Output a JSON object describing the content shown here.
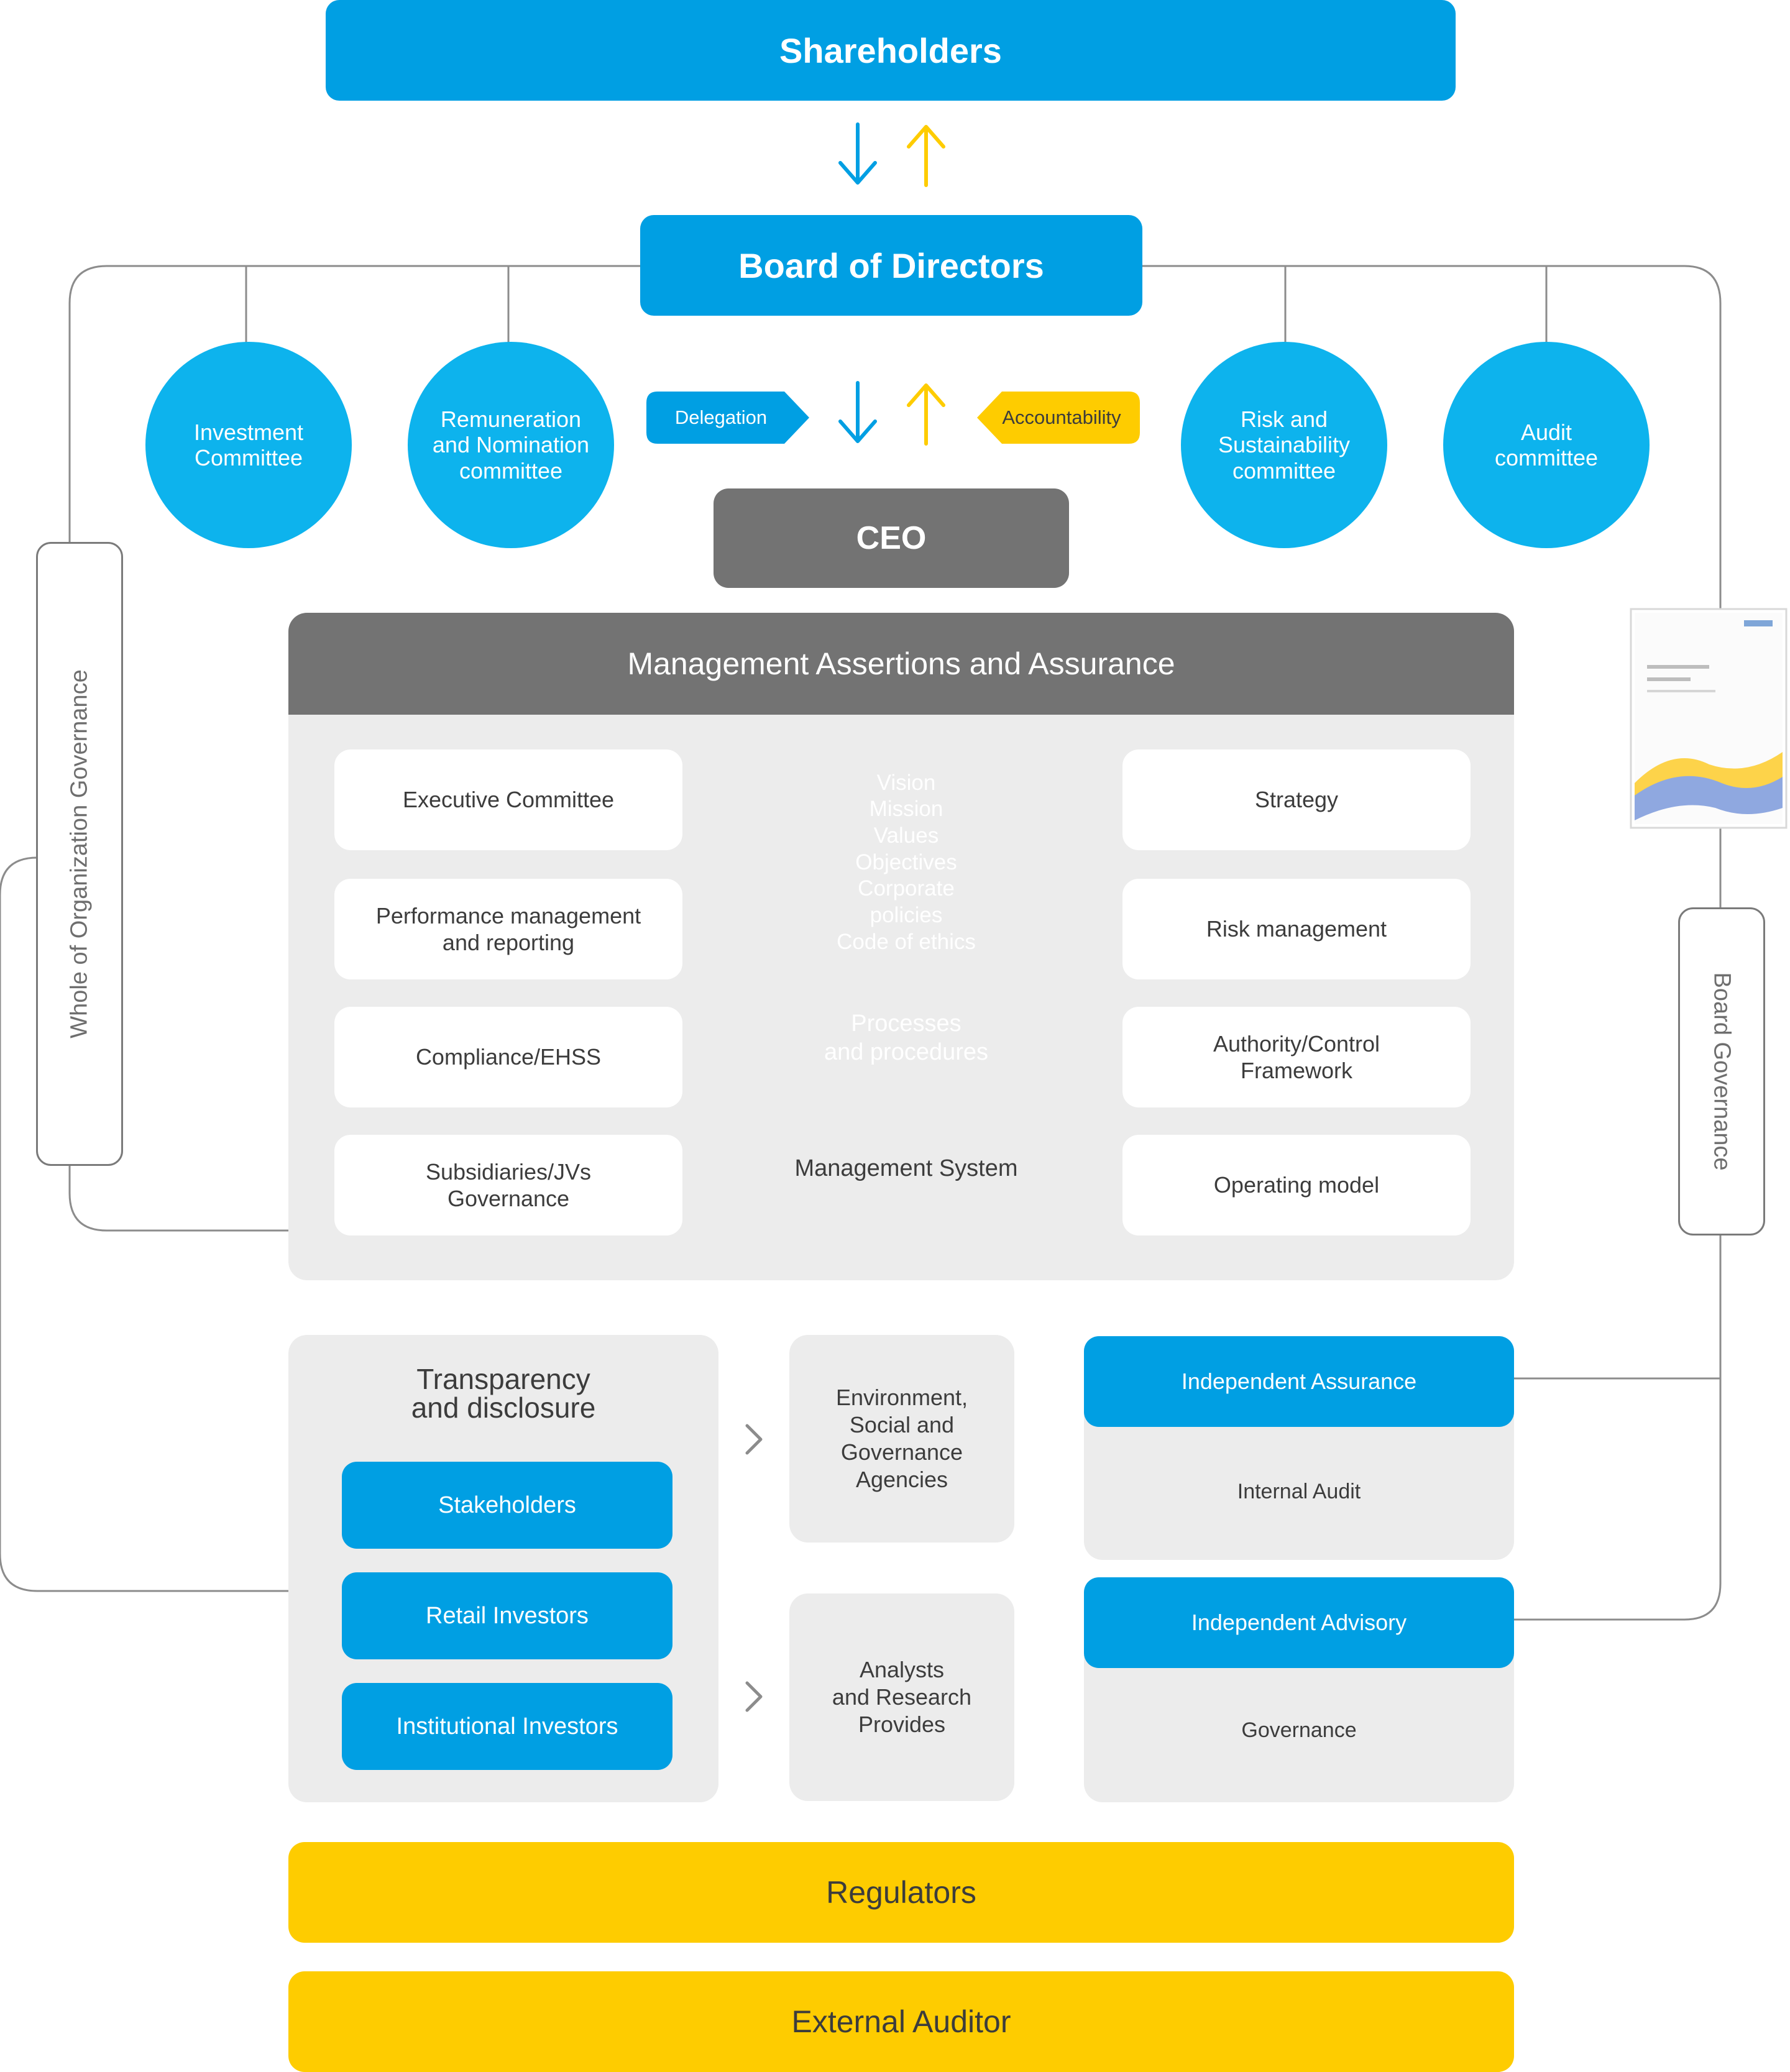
{
  "colors": {
    "blue": "#009fe3",
    "light_blue": "#0db3ed",
    "yellow": "#fecc00",
    "grey": "#737373",
    "dark_grey": "#4a4a4a",
    "panel_grey": "#ececec",
    "connector": "#8c8c8c"
  },
  "top": {
    "shareholders": "Shareholders",
    "board": "Board of Directors",
    "ceo": "CEO"
  },
  "committees": {
    "investment": "Investment\nCommittee",
    "remuneration": "Remuneration\nand Nomination\ncommittee",
    "risk": "Risk and\nSustainability\ncommittee",
    "audit": "Audit\ncommittee"
  },
  "tags": {
    "delegation": "Delegation",
    "accountability": "Accountability"
  },
  "management": {
    "title": "Management Assertions and Assurance",
    "left_cards": [
      "Executive Committee",
      "Performance management\nand reporting",
      "Compliance/EHSS",
      "Subsidiaries/JVs\nGovernance"
    ],
    "right_cards": [
      "Strategy",
      "Risk management",
      "Authority/Control\nFramework",
      "Operating model"
    ],
    "pyramid": {
      "top": "Vision\nMission\nValues\nObjectives\nCorporate\npolicies\nCode of ethics",
      "middle": "Processes\nand procedures",
      "bottom": "Management System"
    }
  },
  "side_labels": {
    "left": "Whole of Organization Governance",
    "right": "Board Governance"
  },
  "transparency": {
    "title": "Transparency\nand disclosure",
    "items": [
      "Stakeholders",
      "Retail Investors",
      "Institutional Investors"
    ]
  },
  "agencies": {
    "esg": "Environment,\nSocial and\nGovernance\nAgencies",
    "analysts": "Analysts\nand Research\nProvides"
  },
  "independent": {
    "assurance_title": "Independent Assurance",
    "assurance_body": "Internal Audit",
    "advisory_title": "Independent Advisory",
    "advisory_body": "Governance"
  },
  "bottom": {
    "regulators": "Regulators",
    "external_auditor": "External Auditor"
  },
  "icons": {
    "down_arrow": "arrow-down-icon",
    "up_arrow": "arrow-up-icon",
    "chevron": "chevron-right-icon",
    "document": "audit-charter-document-thumbnail"
  }
}
